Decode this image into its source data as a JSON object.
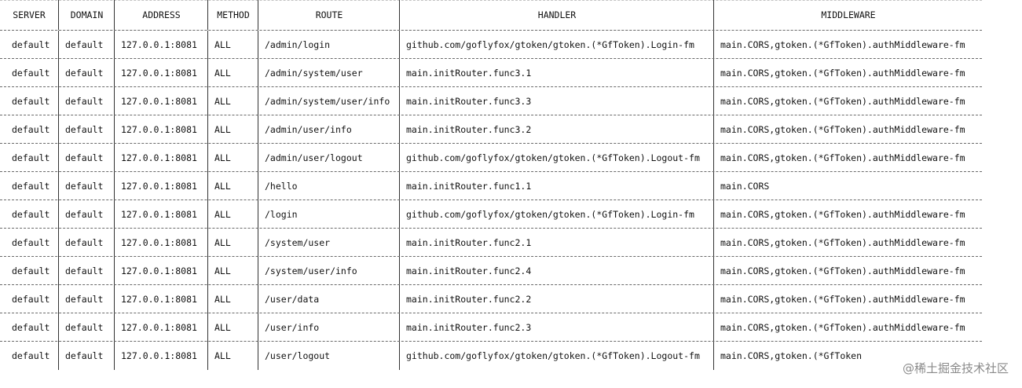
{
  "table": {
    "headers": [
      "SERVER",
      "DOMAIN",
      "ADDRESS",
      "METHOD",
      "ROUTE",
      "HANDLER",
      "MIDDLEWARE"
    ],
    "rows": [
      [
        "default",
        "default",
        "127.0.0.1:8081",
        "ALL",
        "/admin/login",
        "github.com/goflyfox/gtoken/gtoken.(*GfToken).Login-fm",
        "main.CORS,gtoken.(*GfToken).authMiddleware-fm"
      ],
      [
        "default",
        "default",
        "127.0.0.1:8081",
        "ALL",
        "/admin/system/user",
        "main.initRouter.func3.1",
        "main.CORS,gtoken.(*GfToken).authMiddleware-fm"
      ],
      [
        "default",
        "default",
        "127.0.0.1:8081",
        "ALL",
        "/admin/system/user/info",
        "main.initRouter.func3.3",
        "main.CORS,gtoken.(*GfToken).authMiddleware-fm"
      ],
      [
        "default",
        "default",
        "127.0.0.1:8081",
        "ALL",
        "/admin/user/info",
        "main.initRouter.func3.2",
        "main.CORS,gtoken.(*GfToken).authMiddleware-fm"
      ],
      [
        "default",
        "default",
        "127.0.0.1:8081",
        "ALL",
        "/admin/user/logout",
        "github.com/goflyfox/gtoken/gtoken.(*GfToken).Logout-fm",
        "main.CORS,gtoken.(*GfToken).authMiddleware-fm"
      ],
      [
        "default",
        "default",
        "127.0.0.1:8081",
        "ALL",
        "/hello",
        "main.initRouter.func1.1",
        "main.CORS"
      ],
      [
        "default",
        "default",
        "127.0.0.1:8081",
        "ALL",
        "/login",
        "github.com/goflyfox/gtoken/gtoken.(*GfToken).Login-fm",
        "main.CORS,gtoken.(*GfToken).authMiddleware-fm"
      ],
      [
        "default",
        "default",
        "127.0.0.1:8081",
        "ALL",
        "/system/user",
        "main.initRouter.func2.1",
        "main.CORS,gtoken.(*GfToken).authMiddleware-fm"
      ],
      [
        "default",
        "default",
        "127.0.0.1:8081",
        "ALL",
        "/system/user/info",
        "main.initRouter.func2.4",
        "main.CORS,gtoken.(*GfToken).authMiddleware-fm"
      ],
      [
        "default",
        "default",
        "127.0.0.1:8081",
        "ALL",
        "/user/data",
        "main.initRouter.func2.2",
        "main.CORS,gtoken.(*GfToken).authMiddleware-fm"
      ],
      [
        "default",
        "default",
        "127.0.0.1:8081",
        "ALL",
        "/user/info",
        "main.initRouter.func2.3",
        "main.CORS,gtoken.(*GfToken).authMiddleware-fm"
      ],
      [
        "default",
        "default",
        "127.0.0.1:8081",
        "ALL",
        "/user/logout",
        "github.com/goflyfox/gtoken/gtoken.(*GfToken).Logout-fm",
        "main.CORS,gtoken.(*GfToken"
      ]
    ]
  },
  "watermark": "@稀土掘金技术社区",
  "colors": {
    "text": "#111111",
    "separator": "#6a6a6a",
    "background": "#ffffff",
    "watermark": "#8a8a8a"
  }
}
